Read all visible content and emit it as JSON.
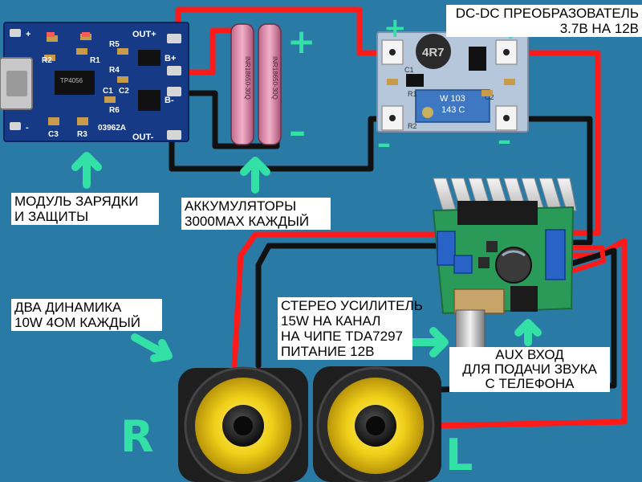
{
  "colors": {
    "background": "#2a7aa6",
    "wire_positive": "#ff1a1a",
    "wire_negative": "#111111",
    "pcb": "#173a86",
    "arrow": "#33e0a5",
    "speaker_cone": "#f2d21e"
  },
  "labels": {
    "charge_module": "МОДУЛЬ ЗАРЯДКИ\nИ ЗАЩИТЫ",
    "batteries": "АККУМУЛЯТОРЫ\n3000МАХ КАЖДЫЙ",
    "dcdc": "DC-DC ПРЕОБРАЗОВАТЕЛЬ\n3.7В НА 12В",
    "speakers": "ДВА ДИНАМИКА\n10W 4ОМ КАЖДЫЙ",
    "amplifier": "СТЕРЕО УСИЛИТЕЛЬ\n15W НА КАНАЛ\nНА ЧИПЕ TDA7297\nПИТАНИЕ 12В",
    "aux": "AUX ВХОД\nДЛЯ ПОДАЧИ ЗВУКА\nС ТЕЛЕФОНА"
  },
  "marks": {
    "bat_plus": "+",
    "bat_minus": "–",
    "dcdc_in_plus": "+",
    "dcdc_out_plus": "+",
    "dcdc_in_minus": "–",
    "dcdc_out_minus": "–",
    "right_channel": "R",
    "left_channel": "L"
  },
  "charge_board": {
    "pins": [
      "+",
      "-",
      "OUT+",
      "B+",
      "B-",
      "OUT-"
    ],
    "designators": [
      "R2",
      "R1",
      "R5",
      "R4",
      "C1",
      "C2",
      "R6",
      "C3",
      "R3"
    ],
    "chip": "TP4056",
    "code": "03962A"
  },
  "battery_text": "INR18650-30Q",
  "dcdc_board": {
    "inductor": "4R7",
    "pot_text": "W 103",
    "pot_code": "143 C",
    "designators": [
      "C1",
      "C2",
      "R1",
      "R2"
    ]
  }
}
